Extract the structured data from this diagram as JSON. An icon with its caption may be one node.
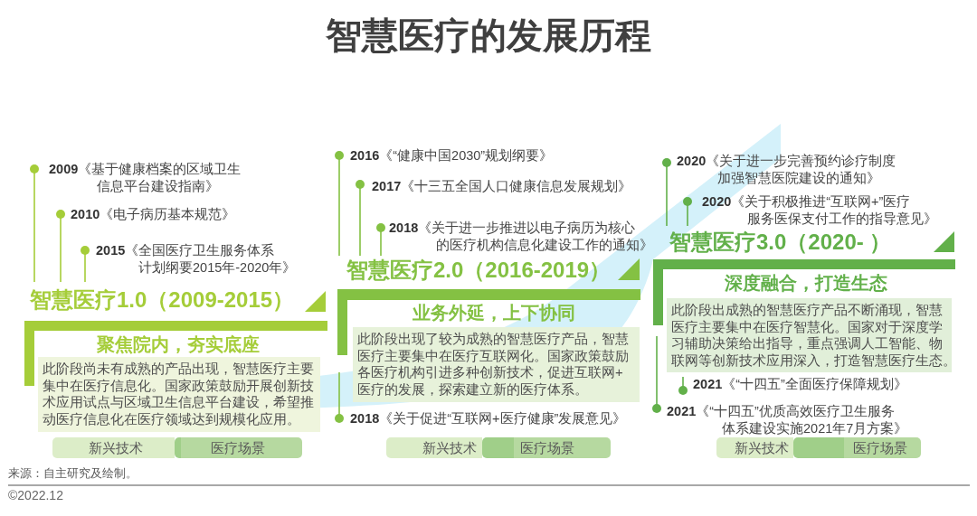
{
  "diagram": {
    "title": "智慧医疗的发展历程",
    "nodes": [
      {
        "text": [
          "智慧医疗1.0（2009-2015）",
          "聚焦院内，夯实底座"
        ]
      },
      {
        "text": [
          "此阶段尚未有成熟的产品出现，智慧医疗主要集中在医疗信息化。国家政策鼓励开展创新技术应用试点与区域卫生信息平台建设，希望推动医疗信息化在医疗领域达到规模化应用。"
        ],
        "in": 0
      },
      {
        "text": [
          "新兴技术"
        ]
      },
      {
        "text": [
          "医疗场景"
        ]
      },
      {
        "text": [
          "智慧医疗2.0（2016-2019）",
          "业务外延，上下协同"
        ]
      },
      {
        "text": [
          "此阶段出现了较为成熟的智慧医疗产品，智慧医疗主要集中在医疗互联网化。国家政策鼓励各医疗机构引进多种创新技术，促进互联网+医疗的发展，探索建立新的医疗体系。"
        ],
        "in": 4
      },
      {
        "text": [
          "新兴技术"
        ]
      },
      {
        "text": [
          "医疗场景"
        ]
      },
      {
        "text": [
          "智慧医疗3.0（2020- ）",
          "深度融合，打造生态"
        ]
      },
      {
        "text": [
          "此阶段出成熟的智慧医疗产品不断涌现，智慧医疗主要集中在医疗智慧化。国家对于深度学习辅助决策给出指导，重点强调人工智能、物联网等创新技术应用深入，打造智慧医疗生态。"
        ],
        "in": 8
      },
      {
        "text": [
          "新兴技术"
        ]
      },
      {
        "text": [
          "医疗场景"
        ]
      }
    ],
    "labels": [
      "**2009**《基于健康档案的区域卫生信息平台建设指南》",
      "**2010**《电子病历基本规范》",
      "**2015**《全国医疗卫生服务体系计划纲要2015年-2020年》",
      "**2016**《“健康中国2030”规划纲要》",
      "**2017**《十三五全国人口健康信息发展规划》",
      "**2018**《关于进一步推进以电子病历为核心的医疗机构信息化建设工作的通知》",
      "**2018**《关于促进“互联网+医疗健康”发展意见》",
      "**2020**《关于进一步完善预约诊疗制度加强智慧医院建设的通知》",
      "**2020**《关于积极推进“互联网+”医疗服务医保支付工作的指导意见》",
      "**2021**《“十四五”全面医疗保障规划》",
      "**2021**《“十四五”优质高效医疗卫生服务体系建设实施2021年7月方案》",
      "来源：自主研究及绘制。",
      "©2022.12"
    ]
  }
}
